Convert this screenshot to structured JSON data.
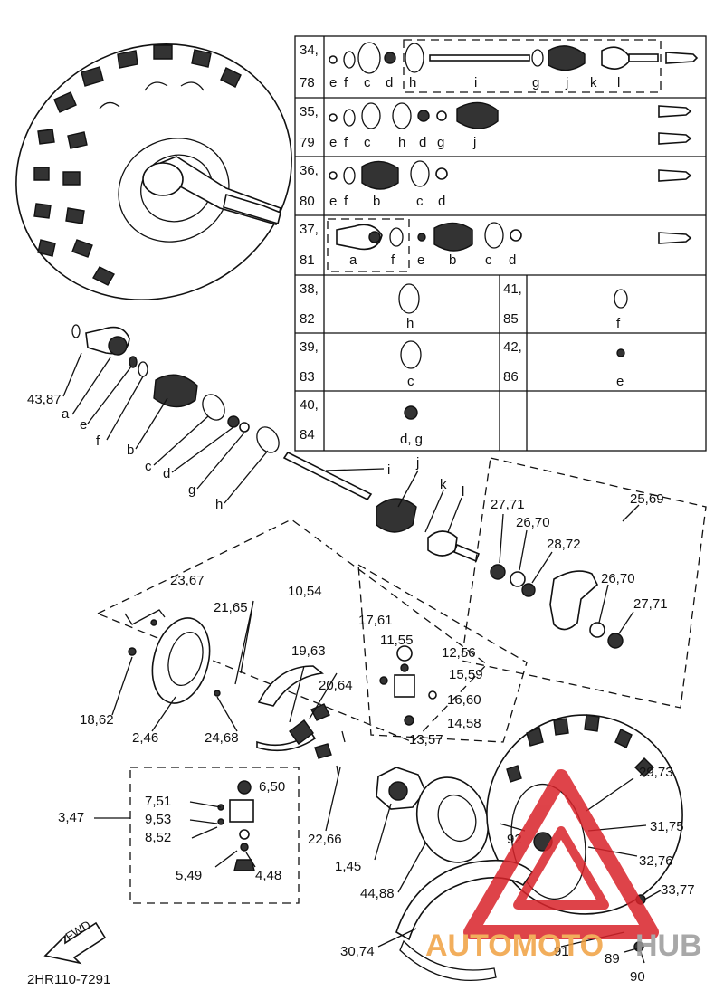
{
  "table": {
    "rows": [
      {
        "num_top": "34,",
        "num_bot": "78",
        "letters": [
          "e",
          "f",
          "c",
          "d",
          "h",
          "i",
          "g",
          "j",
          "k",
          "l"
        ]
      },
      {
        "num_top": "35,",
        "num_bot": "79",
        "letters": [
          "e",
          "f",
          "c",
          "h",
          "d",
          "g",
          "j"
        ]
      },
      {
        "num_top": "36,",
        "num_bot": "80",
        "letters": [
          "e",
          "f",
          "b",
          "c",
          "d"
        ]
      },
      {
        "num_top": "37,",
        "num_bot": "81",
        "letters": [
          "a",
          "f",
          "e",
          "b",
          "c",
          "d"
        ]
      },
      {
        "num_top": "38,",
        "num_bot": "82",
        "letter": "h",
        "num2_top": "41,",
        "num2_bot": "85",
        "letter2": "f"
      },
      {
        "num_top": "39,",
        "num_bot": "83",
        "letter": "c",
        "num2_top": "42,",
        "num2_bot": "86",
        "letter2": "e"
      },
      {
        "num_top": "40,",
        "num_bot": "84",
        "letter": "d, g"
      }
    ]
  },
  "callouts": {
    "c43_87": "43,87",
    "a": "a",
    "e": "e",
    "f": "f",
    "b": "b",
    "c": "c",
    "d": "d",
    "g": "g",
    "h": "h",
    "i": "i",
    "j": "j",
    "k": "k",
    "l": "l",
    "c25_69": "25,69",
    "c27_71a": "27,71",
    "c26_70a": "26,70",
    "c28_72": "28,72",
    "c26_70b": "26,70",
    "c27_71b": "27,71",
    "c23_67": "23,67",
    "c21_65": "21,65",
    "c10_54": "10,54",
    "c17_61": "17,61",
    "c11_55": "11,55",
    "c12_56": "12,56",
    "c19_63": "19,63",
    "c15_59": "15,59",
    "c20_64": "20,64",
    "c16_60": "16,60",
    "c14_58": "14,58",
    "c13_57": "13,57",
    "c18_62": "18,62",
    "c2_46": "2,46",
    "c24_68": "24,68",
    "c6_50": "6,50",
    "c7_51": "7,51",
    "c9_53": "9,53",
    "c8_52": "8,52",
    "c3_47": "3,47",
    "c5_49": "5,49",
    "c4_48": "4,48",
    "c22_66": "22,66",
    "c1_45": "1,45",
    "c44_88": "44,88",
    "c29_73": "29,73",
    "c92": "92",
    "c31_75": "31,75",
    "c32_76": "32,76",
    "c33_77": "33,77",
    "c30_74": "30,74",
    "c91": "91",
    "c89": "89",
    "c90": "90"
  },
  "fwd_label": "FWD",
  "diagram_code": "2HR110-7291",
  "watermark": {
    "text_a": "AUTOMOTO",
    "text_b": "HUB",
    "color_red": "#d9232a",
    "color_orange": "#f0a040",
    "color_gray": "#9a9a9a"
  }
}
